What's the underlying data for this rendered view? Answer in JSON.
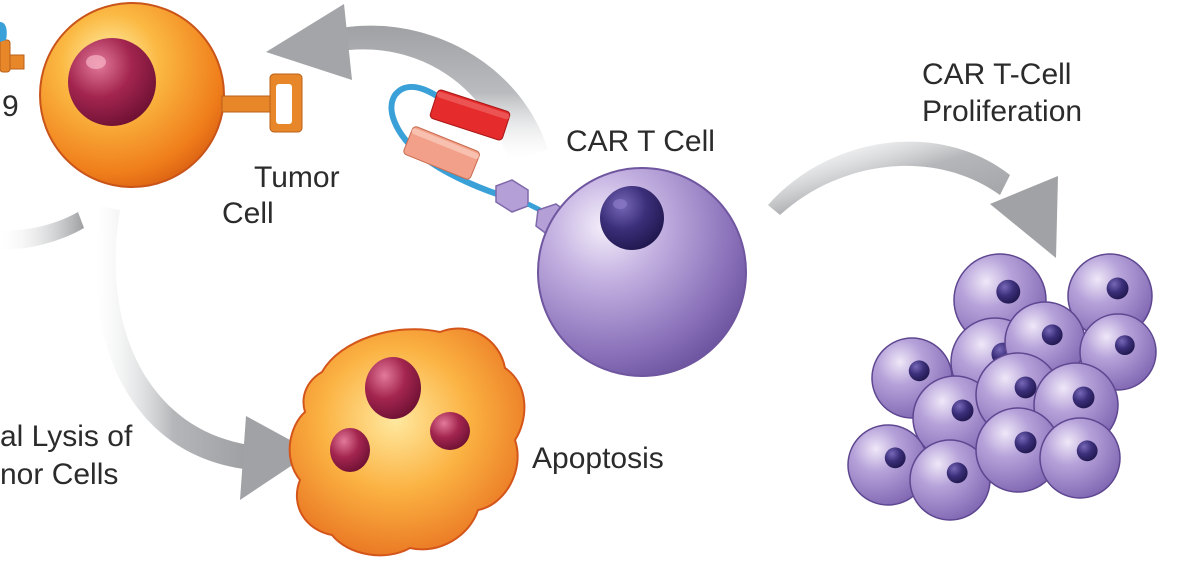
{
  "labels": {
    "cd19_fragment": "9",
    "tumor_cell_line1": "Tumor",
    "tumor_cell_line2": "Cell",
    "car_t_cell": "CAR T Cell",
    "proliferation_line1": "CAR T-Cell",
    "proliferation_line2": "Proliferation",
    "lysis_line1": "al Lysis of",
    "lysis_line2": "nor Cells",
    "apoptosis": "Apoptosis"
  },
  "colors": {
    "arrow": "#a6a8ab",
    "tumor_cell": "#f7941d",
    "tumor_nucleus": "#9b1f4a",
    "receptor_stalk": "#e8872a",
    "t_cell": "#9a83c4",
    "t_cell_nucleus": "#3b2f7a",
    "car_red": "#e52b2b",
    "car_salmon": "#f2a08a",
    "car_linker": "#3aa0d8",
    "car_hexagon": "#b4a0d6",
    "label_text": "#2b2b2b"
  }
}
